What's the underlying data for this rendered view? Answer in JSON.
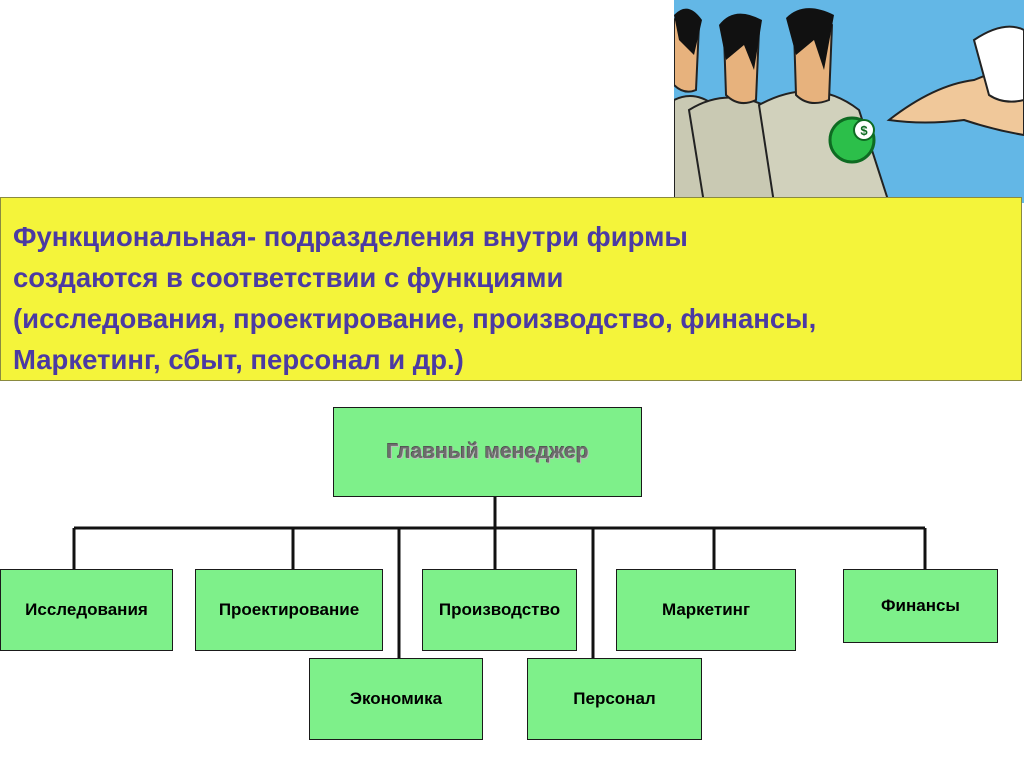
{
  "banner": {
    "text": "Функциональная- подразделения внутри фирмы\nсоздаются в соответствии с функциями\n (исследования, проектирование, производство, финансы,\nМаркетинг, сбыт, персонал и др.)"
  },
  "org_chart": {
    "root": "Главный менеджер",
    "departments_top_row": [
      "Исследования",
      "Проектирование",
      "Производство",
      "Маркетинг",
      "Финансы"
    ],
    "departments_bottom_row": [
      "Экономика",
      "Персонал"
    ]
  },
  "colors": {
    "banner_background": "#f4f43a",
    "banner_text": "#4b3aa3",
    "box_fill": "#7ef08a",
    "root_text": "#6c6c6c"
  }
}
